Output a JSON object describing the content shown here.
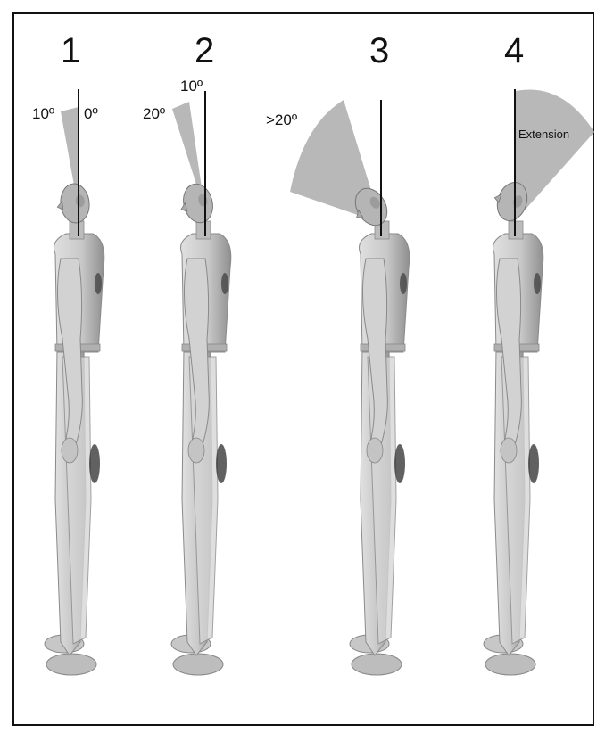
{
  "panels": [
    {
      "number": "1",
      "labels": [
        "10º",
        "0º"
      ]
    },
    {
      "number": "2",
      "labels": [
        "20º",
        "10º"
      ]
    },
    {
      "number": "3",
      "labels": [
        ">20º"
      ]
    },
    {
      "number": "4",
      "labels": [
        "Extension"
      ]
    }
  ],
  "colors": {
    "figure_fill": "#c9c9c9",
    "figure_shade": "#9a9a9a",
    "sector_fill": "#b8b8b8",
    "line": "#111111",
    "border": "#111111"
  }
}
